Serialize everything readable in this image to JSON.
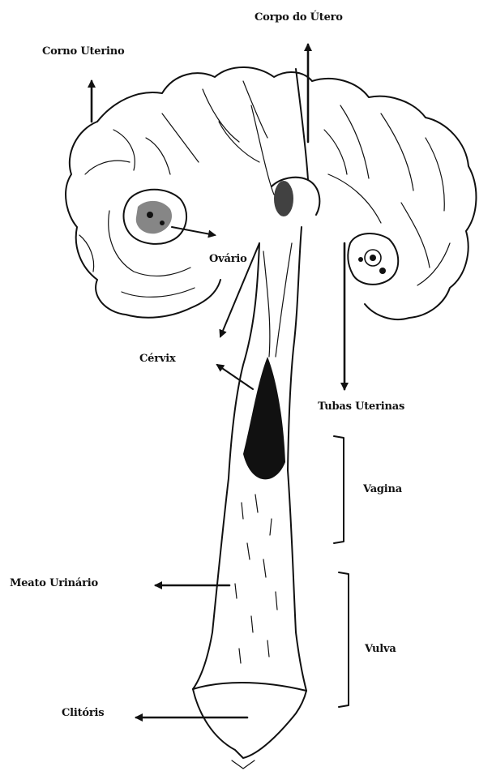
{
  "labels": {
    "corpo_utero": "Corpo do Útero",
    "corno_uterino": "Corno Uterino",
    "ovario": "Ovário",
    "cervix": "Cérvix",
    "tubas_uterinas": "Tubas Uterinas",
    "vagina": "Vagina",
    "meato_urinario": "Meato Urinário",
    "vulva": "Vulva",
    "clitoris": "Clitóris"
  },
  "colors": {
    "ink": "#111111",
    "background": "#ffffff"
  }
}
